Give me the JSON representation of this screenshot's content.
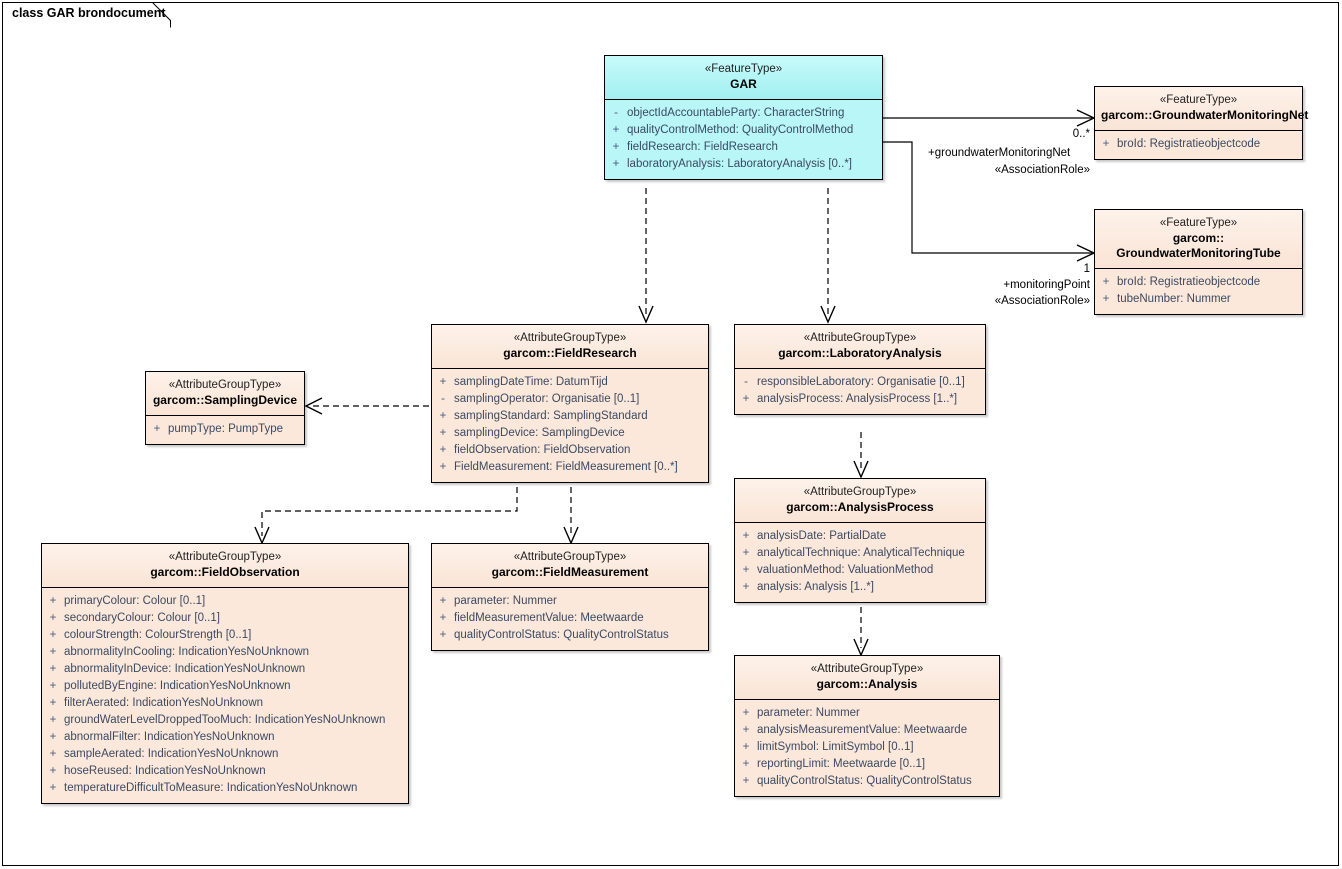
{
  "diagram": {
    "frame_title": "class GAR brondocument",
    "colors": {
      "feature_main_fill": "#aff5f5",
      "attribute_group_fill": "#fae4d5",
      "border": "#000000",
      "attribute_text": "#3b4a63"
    }
  },
  "nodes": {
    "gar": {
      "stereotype": "«FeatureType»",
      "name": "GAR",
      "attributes": [
        {
          "visibility": "-",
          "signature": "objectIdAccountableParty: CharacterString"
        },
        {
          "visibility": "+",
          "signature": "qualityControlMethod: QualityControlMethod"
        },
        {
          "visibility": "+",
          "signature": "fieldResearch: FieldResearch"
        },
        {
          "visibility": "+",
          "signature": "laboratoryAnalysis: LaboratoryAnalysis [0..*]"
        }
      ]
    },
    "groundwater_monitoring_net": {
      "stereotype": "«FeatureType»",
      "name": "garcom::GroundwaterMonitoringNet",
      "attributes": [
        {
          "visibility": "+",
          "signature": "broId: Registratieobjectcode"
        }
      ]
    },
    "groundwater_monitoring_tube": {
      "stereotype": "«FeatureType»",
      "name_line1": "garcom::",
      "name_line2": "GroundwaterMonitoringTube",
      "attributes": [
        {
          "visibility": "+",
          "signature": "broId: Registratieobjectcode"
        },
        {
          "visibility": "+",
          "signature": "tubeNumber: Nummer"
        }
      ]
    },
    "field_research": {
      "stereotype": "«AttributeGroupType»",
      "name": "garcom::FieldResearch",
      "attributes": [
        {
          "visibility": "+",
          "signature": "samplingDateTime: DatumTijd"
        },
        {
          "visibility": "-",
          "signature": "samplingOperator: Organisatie [0..1]"
        },
        {
          "visibility": "+",
          "signature": "samplingStandard: SamplingStandard"
        },
        {
          "visibility": "+",
          "signature": "samplingDevice: SamplingDevice"
        },
        {
          "visibility": "+",
          "signature": "fieldObservation: FieldObservation"
        },
        {
          "visibility": "+",
          "signature": "FieldMeasurement: FieldMeasurement [0..*]"
        }
      ]
    },
    "sampling_device": {
      "stereotype": "«AttributeGroupType»",
      "name": "garcom::SamplingDevice",
      "attributes": [
        {
          "visibility": "+",
          "signature": "pumpType: PumpType"
        }
      ]
    },
    "laboratory_analysis": {
      "stereotype": "«AttributeGroupType»",
      "name": "garcom::LaboratoryAnalysis",
      "attributes": [
        {
          "visibility": "-",
          "signature": "responsibleLaboratory: Organisatie [0..1]"
        },
        {
          "visibility": "+",
          "signature": "analysisProcess: AnalysisProcess [1..*]"
        }
      ]
    },
    "analysis_process": {
      "stereotype": "«AttributeGroupType»",
      "name": "garcom::AnalysisProcess",
      "attributes": [
        {
          "visibility": "+",
          "signature": "analysisDate: PartialDate"
        },
        {
          "visibility": "+",
          "signature": "analyticalTechnique: AnalyticalTechnique"
        },
        {
          "visibility": "+",
          "signature": "valuationMethod: ValuationMethod"
        },
        {
          "visibility": "+",
          "signature": "analysis: Analysis [1..*]"
        }
      ]
    },
    "analysis": {
      "stereotype": "«AttributeGroupType»",
      "name": "garcom::Analysis",
      "attributes": [
        {
          "visibility": "+",
          "signature": "parameter: Nummer"
        },
        {
          "visibility": "+",
          "signature": "analysisMeasurementValue: Meetwaarde"
        },
        {
          "visibility": "+",
          "signature": "limitSymbol: LimitSymbol [0..1]"
        },
        {
          "visibility": "+",
          "signature": "reportingLimit: Meetwaarde [0..1]"
        },
        {
          "visibility": "+",
          "signature": "qualityControlStatus: QualityControlStatus"
        }
      ]
    },
    "field_observation": {
      "stereotype": "«AttributeGroupType»",
      "name": "garcom::FieldObservation",
      "attributes": [
        {
          "visibility": "+",
          "signature": "primaryColour: Colour [0..1]"
        },
        {
          "visibility": "+",
          "signature": "secondaryColour: Colour [0..1]"
        },
        {
          "visibility": "+",
          "signature": "colourStrength: ColourStrength [0..1]"
        },
        {
          "visibility": "+",
          "signature": "abnormalityInCooling: IndicationYesNoUnknown"
        },
        {
          "visibility": "+",
          "signature": "abnormalityInDevice: IndicationYesNoUnknown"
        },
        {
          "visibility": "+",
          "signature": "pollutedByEngine: IndicationYesNoUnknown"
        },
        {
          "visibility": "+",
          "signature": "filterAerated: IndicationYesNoUnknown"
        },
        {
          "visibility": "+",
          "signature": "groundWaterLevelDroppedTooMuch: IndicationYesNoUnknown"
        },
        {
          "visibility": "+",
          "signature": "abnormalFilter: IndicationYesNoUnknown"
        },
        {
          "visibility": "+",
          "signature": "sampleAerated: IndicationYesNoUnknown"
        },
        {
          "visibility": "+",
          "signature": "hoseReused: IndicationYesNoUnknown"
        },
        {
          "visibility": "+",
          "signature": "temperatureDifficultToMeasure: IndicationYesNoUnknown"
        }
      ]
    },
    "field_measurement": {
      "stereotype": "«AttributeGroupType»",
      "name": "garcom::FieldMeasurement",
      "attributes": [
        {
          "visibility": "+",
          "signature": "parameter: Nummer"
        },
        {
          "visibility": "+",
          "signature": "fieldMeasurementValue: Meetwaarde"
        },
        {
          "visibility": "+",
          "signature": "qualityControlStatus: QualityControlStatus"
        }
      ]
    }
  },
  "edges": {
    "gar_to_net": {
      "multiplicity": "0..*",
      "role": "+groundwaterMonitoringNet",
      "stereotype": "«AssociationRole»"
    },
    "gar_to_tube": {
      "multiplicity": "1",
      "role": "+monitoringPoint",
      "stereotype": "«AssociationRole»"
    }
  }
}
